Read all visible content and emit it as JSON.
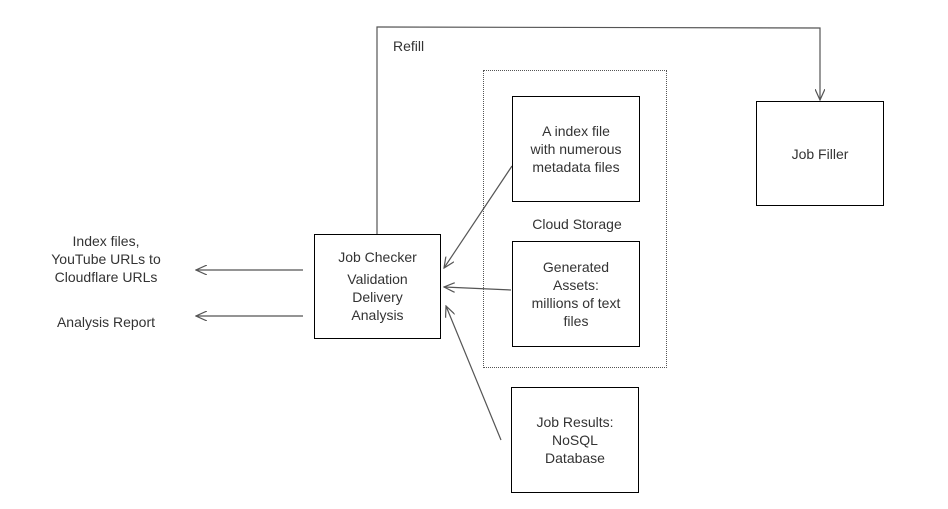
{
  "diagram": {
    "refill_label": "Refill",
    "cloud_storage_label": "Cloud Storage",
    "index_file_box": {
      "lines": [
        "A index file",
        "with numerous",
        "metadata files"
      ]
    },
    "generated_assets_box": {
      "lines": [
        "Generated",
        "Assets:",
        "millions of text",
        "files"
      ]
    },
    "job_results_box": {
      "lines": [
        "Job Results:",
        "NoSQL",
        "Database"
      ]
    },
    "job_filler_box": {
      "lines": [
        "Job Filler"
      ]
    },
    "job_checker_box": {
      "title": "Job Checker",
      "lines": [
        "Validation",
        "Delivery",
        "Analysis"
      ]
    },
    "outputs": {
      "index_output": [
        "Index files,",
        "YouTube URLs to",
        "Cloudflare URLs"
      ],
      "analysis_output": "Analysis Report"
    },
    "colors": {
      "box_border": "#000000",
      "arrow": "#555555",
      "text": "#333333"
    }
  }
}
